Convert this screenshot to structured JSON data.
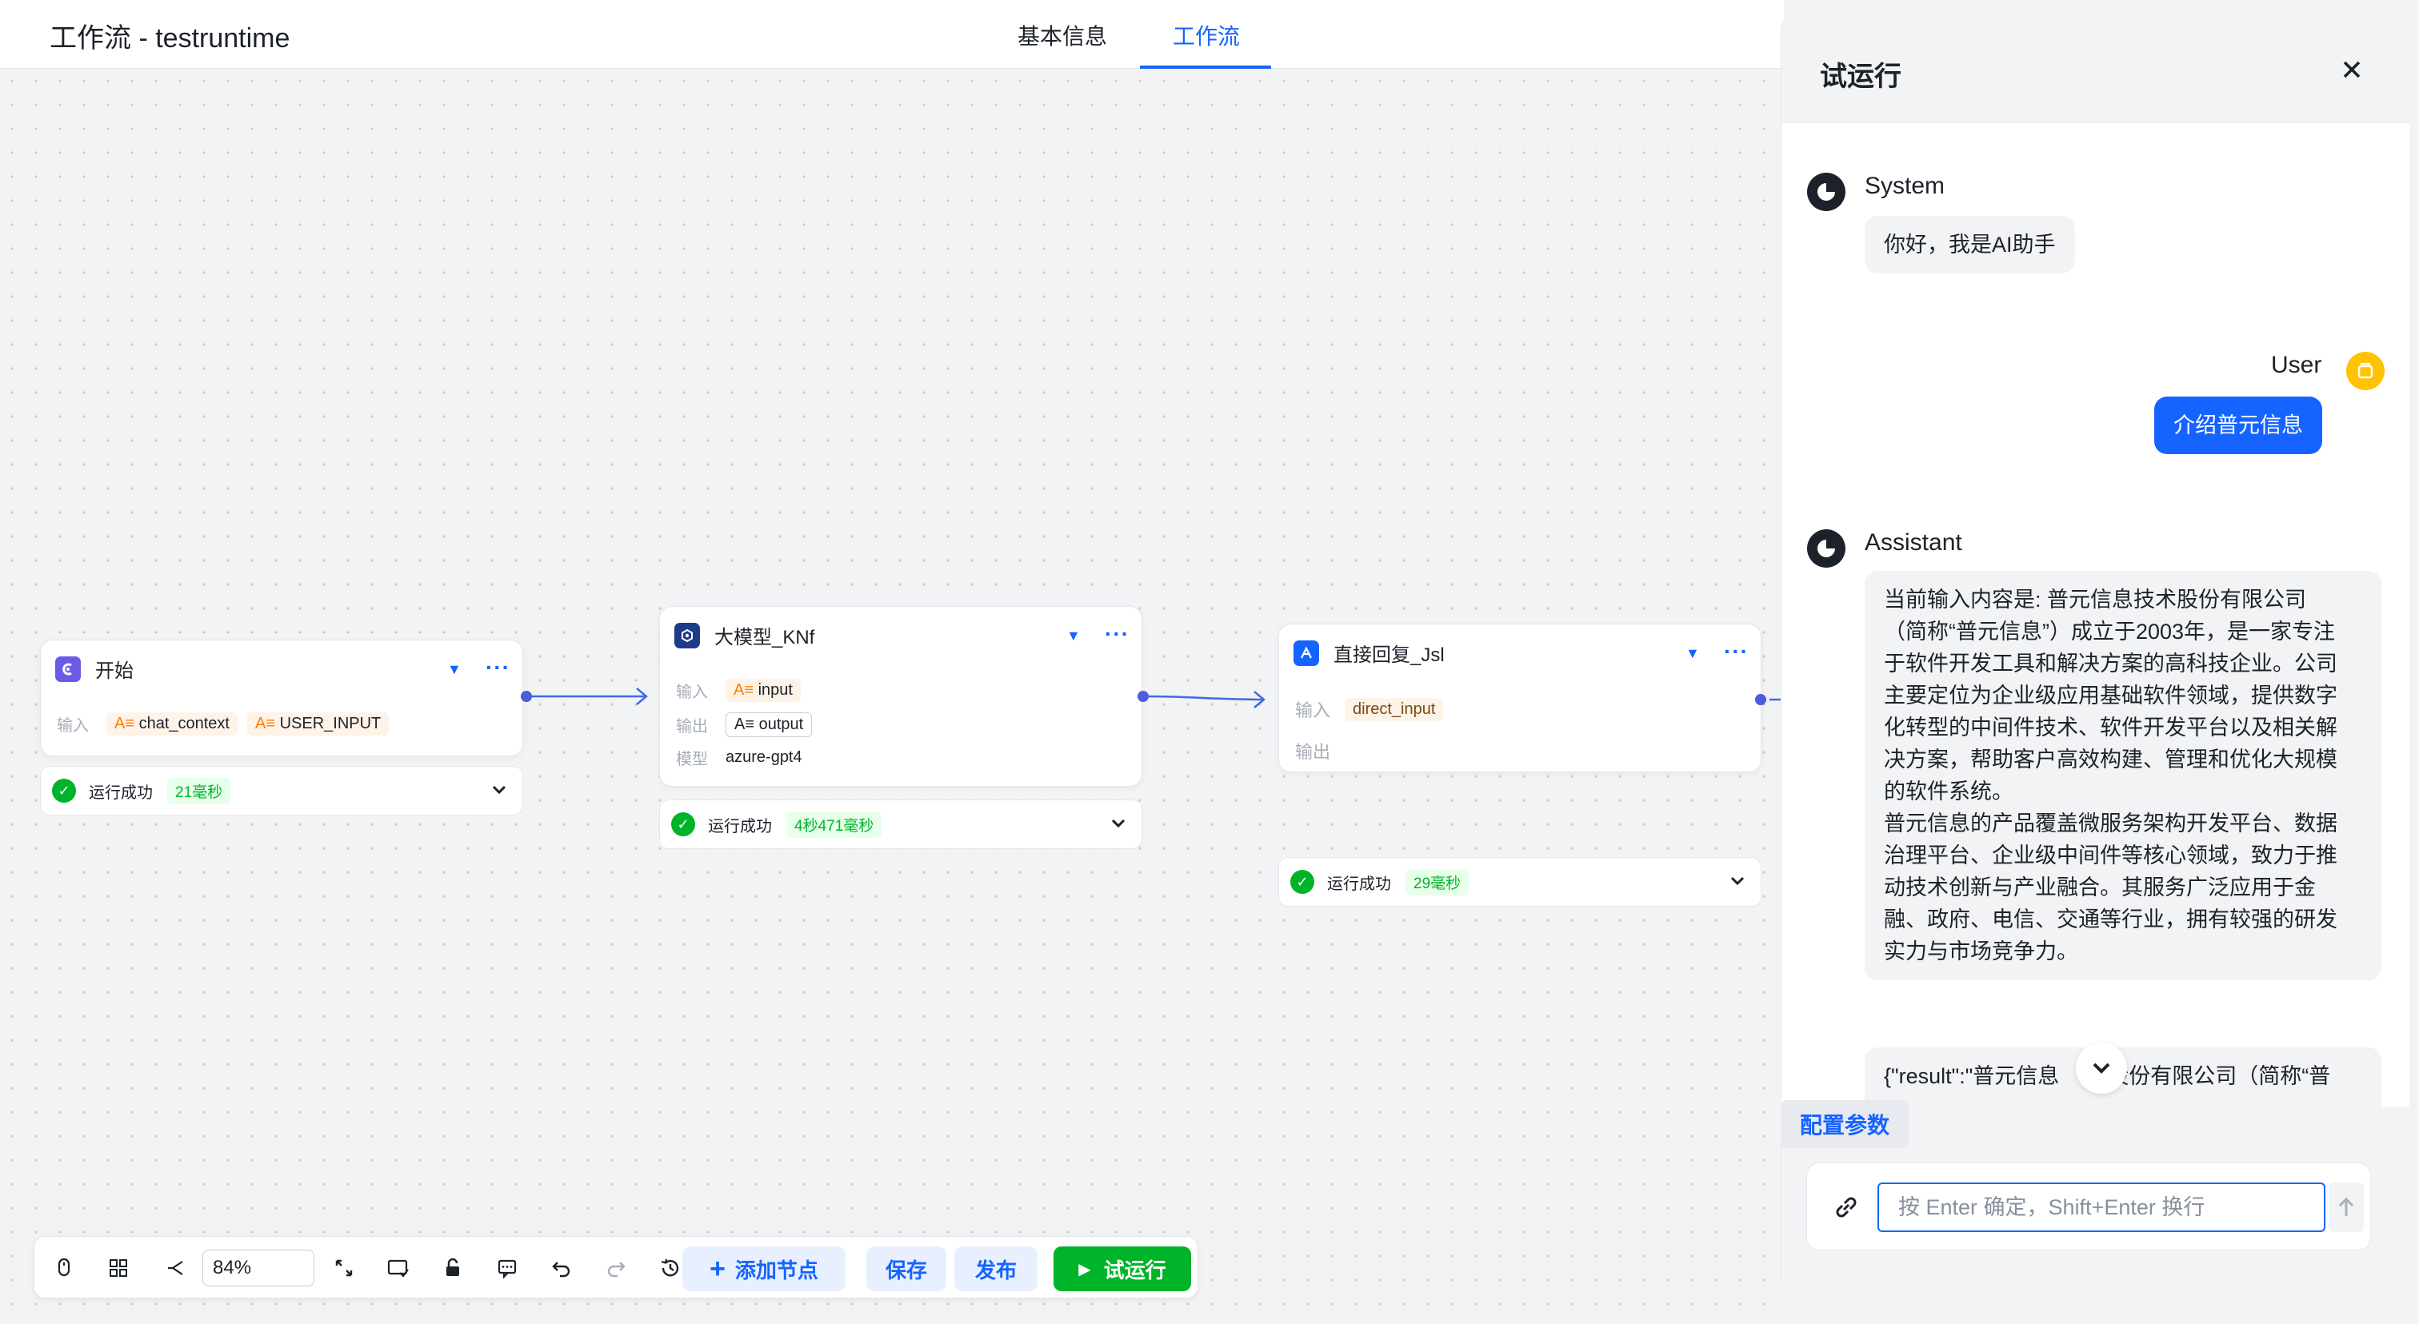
{
  "header": {
    "title": "工作流 - testruntime",
    "tabs": [
      {
        "label": "基本信息",
        "active": false
      },
      {
        "label": "工作流",
        "active": true
      }
    ]
  },
  "nodes": {
    "start": {
      "title": "开始",
      "input_label": "输入",
      "inputs": [
        "chat_context",
        "USER_INPUT"
      ],
      "status": "运行成功",
      "time": "21毫秒"
    },
    "llm": {
      "title": "大模型_KNf",
      "input_label": "输入",
      "input": "input",
      "output_label": "输出",
      "output": "output",
      "model_label": "模型",
      "model": "azure-gpt4",
      "status": "运行成功",
      "time": "4秒471毫秒"
    },
    "reply": {
      "title": "直接回复_Jsl",
      "input_label": "输入",
      "input": "direct_input",
      "output_label": "输出",
      "status": "运行成功",
      "time": "29毫秒"
    }
  },
  "toolbar": {
    "zoom": "84%",
    "add_node": "添加节点",
    "save": "保存",
    "publish": "发布",
    "run": "试运行"
  },
  "panel": {
    "title": "试运行",
    "messages": {
      "system_name": "System",
      "system_text": "你好，我是AI助手",
      "user_name": "User",
      "user_text": "介绍普元信息",
      "assistant_name": "Assistant",
      "assistant_lines": [
        "当前输入内容是: 普元信息技术股份有限公司",
        "（简称“普元信息”）成立于2003年，是一家专注",
        "于软件开发工具和解决方案的高科技企业。公司",
        "主要定位为企业级应用基础软件领域，提供数字",
        "化转型的中间件技术、软件开发平台以及相关解",
        "决方案，帮助客户高效构建、管理和优化大规模",
        "的软件系统。",
        "普元信息的产品覆盖微服务架构开发平台、数据",
        "治理平台、企业级中间件等核心领域，致力于推",
        "动技术创新与产业融合。其服务广泛应用于金",
        "融、政府、电信、交通等行业，拥有较强的研发",
        "实力与市场竞争力。"
      ],
      "result_left": "{\"result\":\"普元信息",
      "result_right": "股份有限公司（简称“普"
    },
    "config_label": "配置参数",
    "input_placeholder": "按 Enter 确定，Shift+Enter 换行"
  },
  "colors": {
    "primary": "#1664ff",
    "success": "#00b42a",
    "tag_orange": "#fff3e8"
  }
}
